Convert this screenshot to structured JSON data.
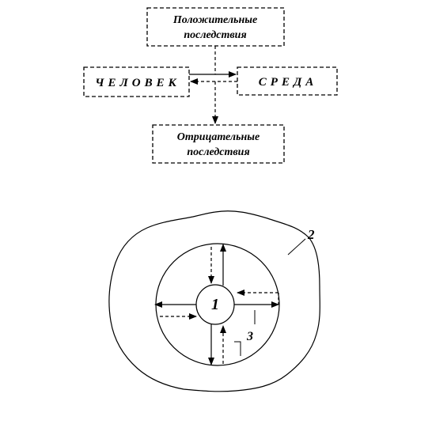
{
  "top_box": {
    "line1": "Положительные",
    "line2": "последствия"
  },
  "left_box": {
    "label": "ЧЕЛОВЕК"
  },
  "right_box": {
    "label": "СРЕДА"
  },
  "bottom_box": {
    "line1": "Отрицательные",
    "line2": "последствия"
  },
  "circle_diagram": {
    "label_center": "1",
    "label_outer": "2",
    "label_ring": "3"
  }
}
